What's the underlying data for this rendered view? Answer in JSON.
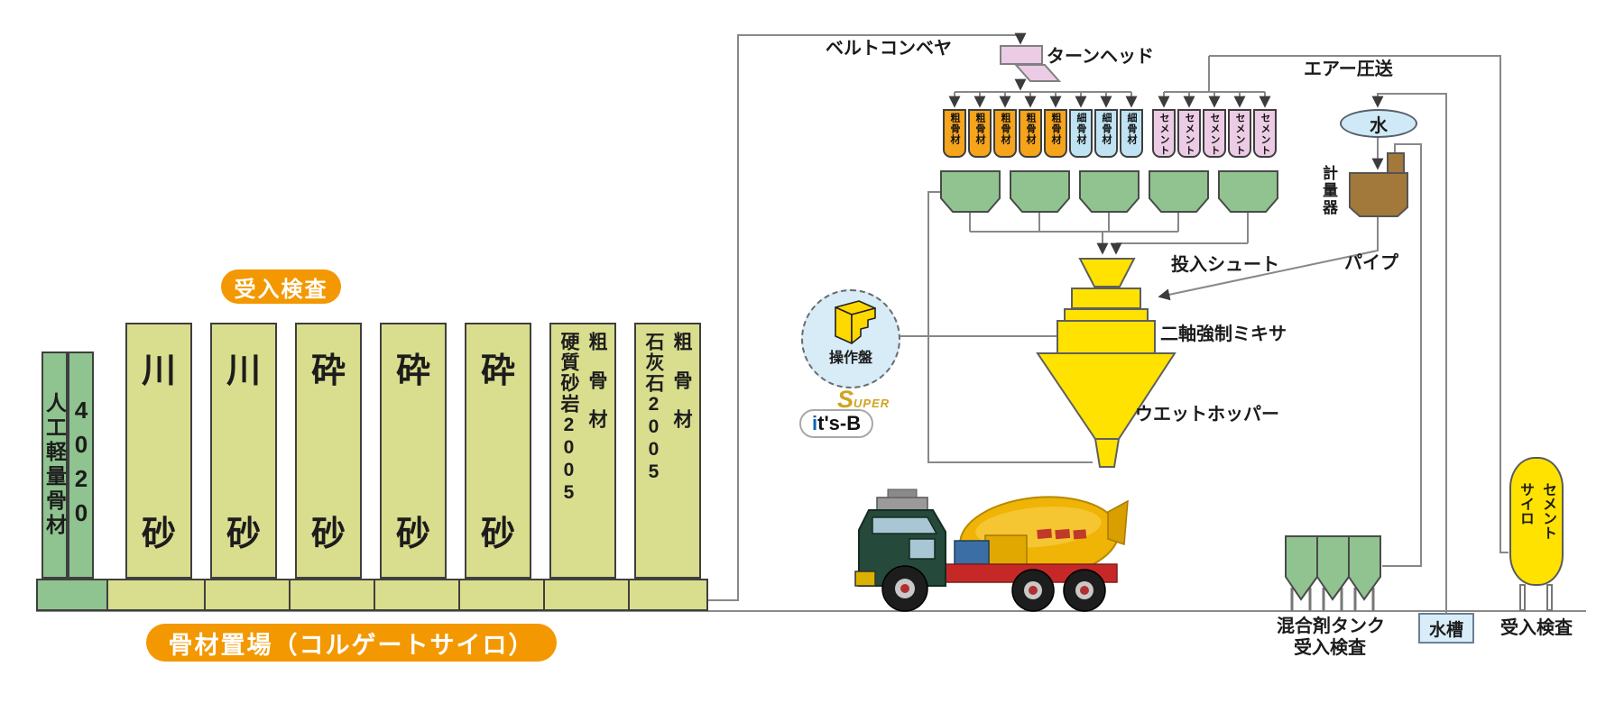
{
  "storage": {
    "inspection_badge": "受入検査",
    "yard_badge": "骨材置場（コルゲートサイロ）",
    "columns": [
      {
        "label": "人工軽量骨材"
      },
      {
        "label": "4020"
      },
      {
        "top": "川",
        "bottom": "砂"
      },
      {
        "top": "川",
        "bottom": "砂"
      },
      {
        "top": "砕",
        "bottom": "砂"
      },
      {
        "top": "砕",
        "bottom": "砂"
      },
      {
        "top": "砕",
        "bottom": "砂"
      },
      {
        "right": "粗骨材",
        "left": "硬質砂岩2005"
      },
      {
        "right": "粗骨材",
        "left": "石灰石2005"
      }
    ]
  },
  "conveyor": {
    "belt_label": "ベルトコンベヤ",
    "turn_head_label": "ターンヘッド"
  },
  "bins": {
    "coarse": [
      "粗骨材",
      "粗骨材",
      "粗骨材",
      "粗骨材",
      "粗骨材"
    ],
    "fine": [
      "細骨材",
      "細骨材",
      "細骨材"
    ],
    "cement": [
      "セメント",
      "セメント",
      "セメント",
      "セメント",
      "セメント"
    ]
  },
  "mixing": {
    "charging_chute": "投入シュート",
    "pipe": "パイプ",
    "twin_shaft_mixer": "二軸強制ミキサ",
    "wet_hopper": "ウエットホッパー"
  },
  "water_system": {
    "air_transport": "エアー圧送",
    "water": "水",
    "measuring_device": "計量器",
    "water_tank": "水槽"
  },
  "control": {
    "operation_panel": "操作盤",
    "logo_super_s": "S",
    "logo_super_rest": "UPER",
    "logo_itsb_i": "i",
    "logo_itsb_rest": "t's-B"
  },
  "right_side": {
    "admixture_line1": "混合剤タンク",
    "admixture_line2": "受入検査",
    "cement_silo_right": "セメント",
    "cement_silo_left": "サイロ",
    "cement_inspection": "受入検査"
  },
  "colors": {
    "accent_orange": "#f39800",
    "column_yellow_green": "#d9dd8e",
    "column_green": "#8fc38f",
    "bin_orange": "#f6a41b",
    "bin_blue": "#bfe3f3",
    "bin_pink": "#eccbe4",
    "hopper_green": "#90c390",
    "machine_yellow": "#ffe200",
    "weigher_brown": "#a3793b",
    "water_blue": "#cfe9f7",
    "line_gray": "#888888"
  }
}
